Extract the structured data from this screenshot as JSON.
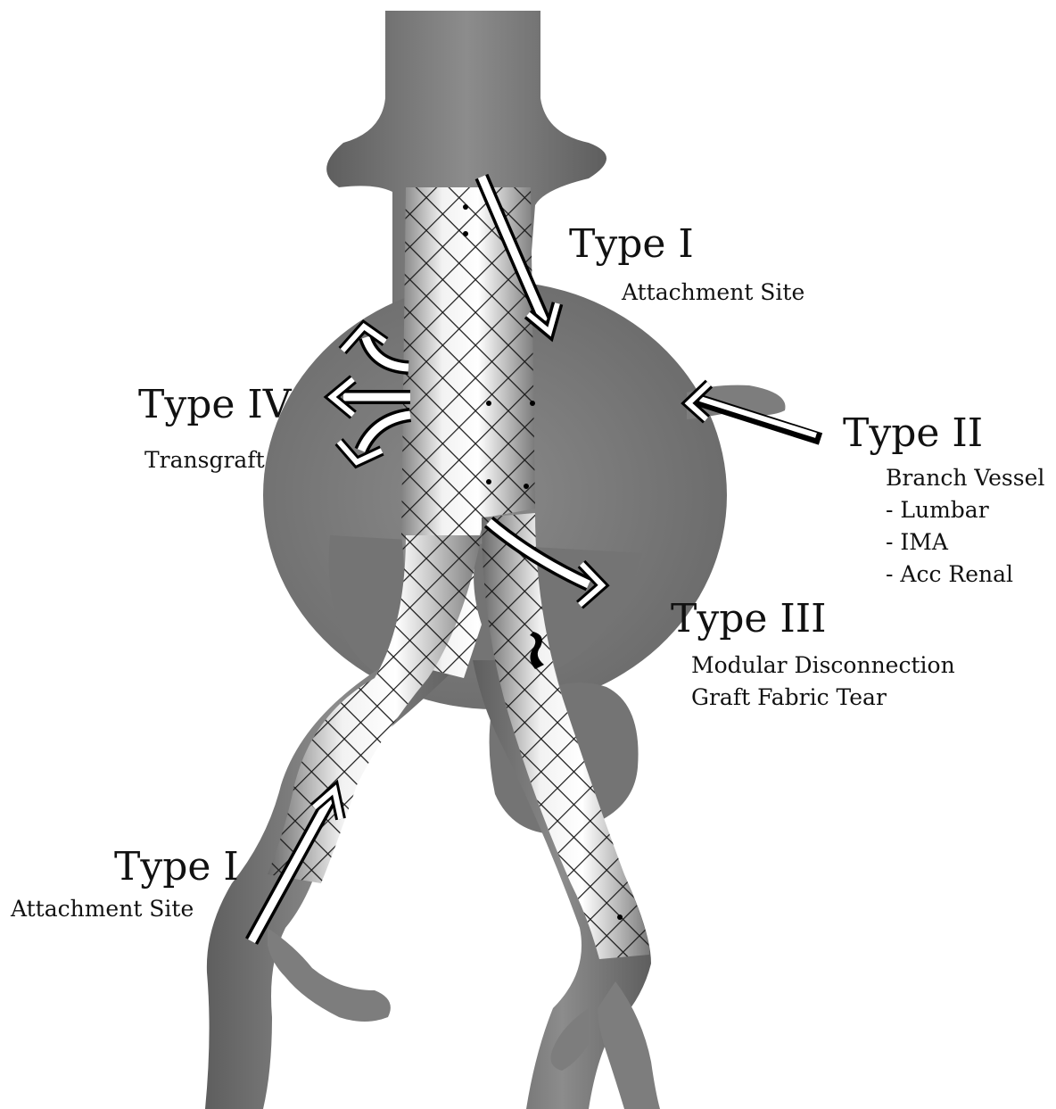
{
  "colors": {
    "vessel": "#7d7d7d",
    "vessel_dark": "#5a5a5a",
    "sac": "#7a7a7a",
    "arrow": "#ffffff",
    "outline": "#000000",
    "background": "#ffffff"
  },
  "labels": {
    "type1_top": {
      "title": "Type I",
      "desc": "Attachment Site"
    },
    "type2": {
      "title": "Type II",
      "desc": [
        "Branch Vessel",
        "- Lumbar",
        "- IMA",
        "- Acc Renal"
      ]
    },
    "type3": {
      "title": "Type III",
      "desc": [
        "Modular Disconnection",
        "Graft Fabric Tear"
      ]
    },
    "type4": {
      "title": "Type IV",
      "desc": "Transgraft"
    },
    "type1_bottom": {
      "title": "Type I",
      "desc": "Attachment Site"
    }
  },
  "icons": [
    "endoleak-arrow",
    "stent-graft-mesh"
  ]
}
